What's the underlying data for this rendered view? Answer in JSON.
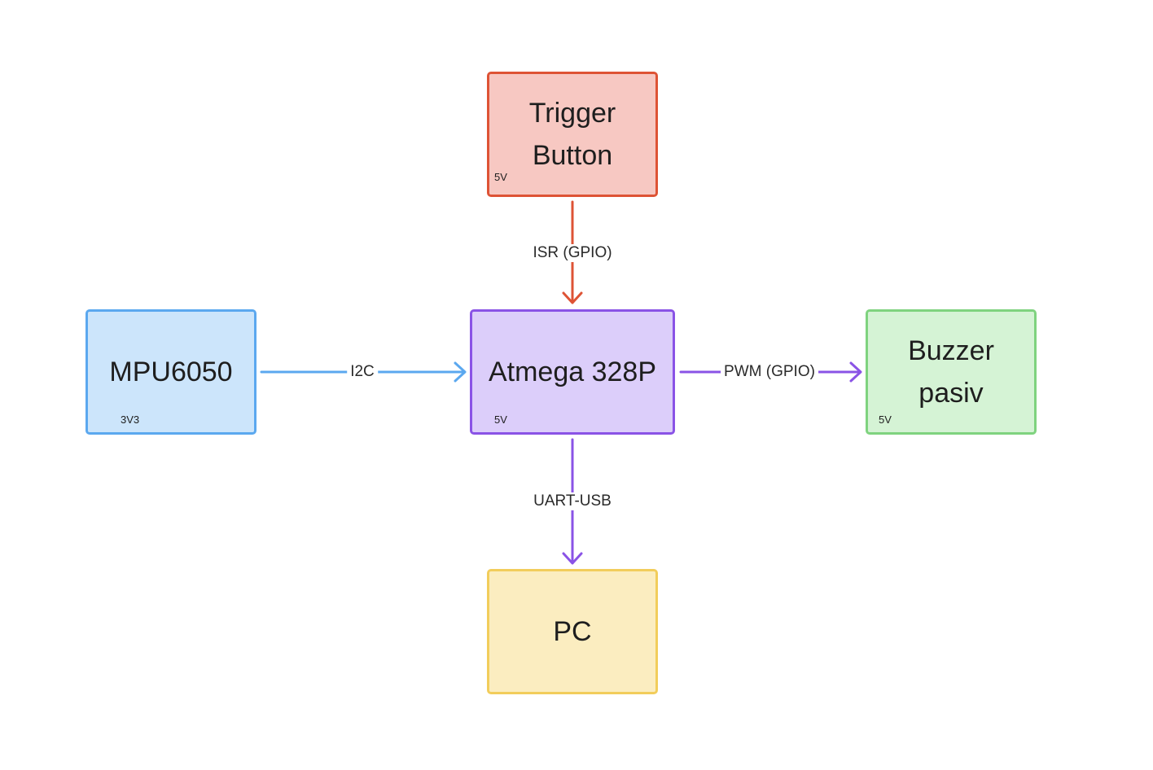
{
  "nodes": {
    "trigger": {
      "title": "Trigger\nButton",
      "voltage": "5V",
      "fill": "#f7c8c2",
      "stroke": "#de5335"
    },
    "mpu": {
      "title": "MPU6050",
      "voltage": "3V3",
      "fill": "#cce5fb",
      "stroke": "#5ba8ef"
    },
    "atmega": {
      "title": "Atmega 328P",
      "voltage": "5V",
      "fill": "#dccefa",
      "stroke": "#8a53e6"
    },
    "buzzer": {
      "title": "Buzzer\npasiv",
      "voltage": "5V",
      "fill": "#d5f3d5",
      "stroke": "#7fd37f"
    },
    "pc": {
      "title": "PC",
      "fill": "#fbedc0",
      "stroke": "#f2cd5b"
    }
  },
  "edges": {
    "trigger_to_atmega": {
      "label": "ISR (GPIO)",
      "color": "#de5335"
    },
    "mpu_to_atmega": {
      "label": "I2C",
      "color": "#5ba8ef"
    },
    "atmega_to_buzzer": {
      "label": "PWM (GPIO)",
      "color": "#8a53e6"
    },
    "atmega_to_pc": {
      "label": "UART-USB",
      "color": "#8a53e6"
    }
  }
}
